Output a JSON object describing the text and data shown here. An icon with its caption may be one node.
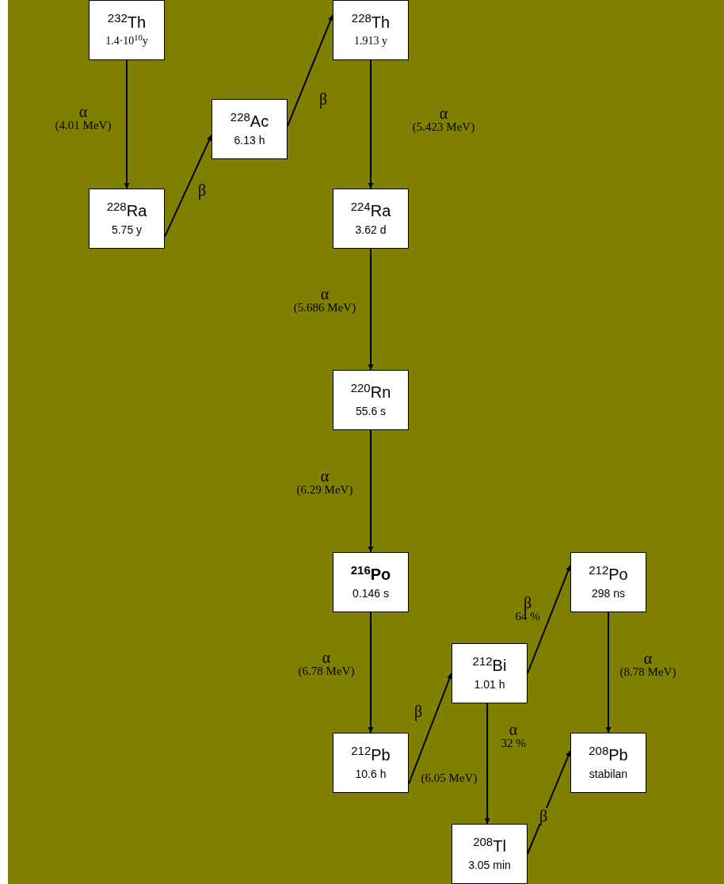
{
  "diagram": {
    "nodes": [
      {
        "text": [
          "$^{232}$Th",
          "1.4·10$^{10}$y"
        ]
      },
      {
        "text": [
          "$^{228}$Ra",
          "5.75 y"
        ]
      },
      {
        "text": [
          "$^{228}$Ac",
          "6.13 h"
        ]
      },
      {
        "text": [
          "$^{228}$Th",
          "1.913 y"
        ]
      },
      {
        "text": [
          "$^{224}$Ra",
          "3.62 d"
        ]
      },
      {
        "text": [
          "$^{220}$Rn",
          "55.6 s"
        ]
      },
      {
        "text": [
          "**$^{216}$Po**",
          "0.146 s"
        ]
      },
      {
        "text": [
          "$^{212}$Pb",
          "10.6 h"
        ]
      },
      {
        "text": [
          "$^{212}$Bi",
          "1.01 h"
        ]
      },
      {
        "text": [
          "$^{212}$Po",
          "298 ns"
        ]
      },
      {
        "text": [
          "$^{208}$Pb",
          "stabilan"
        ]
      },
      {
        "text": [
          "$^{208}$Tl",
          "3.05 min"
        ]
      }
    ],
    "edges": [
      {
        "from": 0,
        "to": 1,
        "arrow": "to",
        "label": "α (4.01 MeV)"
      },
      {
        "from": 1,
        "to": 2,
        "arrow": "to",
        "label": "β"
      },
      {
        "from": 2,
        "to": 3,
        "arrow": "to",
        "label": "β"
      },
      {
        "from": 3,
        "to": 4,
        "arrow": "to",
        "label": "α (5.423 MeV)"
      },
      {
        "from": 4,
        "to": 5,
        "arrow": "to",
        "label": "α (5.686 MeV)"
      },
      {
        "from": 5,
        "to": 6,
        "arrow": "to",
        "label": "α (6.29 MeV)"
      },
      {
        "from": 6,
        "to": 7,
        "arrow": "to",
        "label": "α (6.78 MeV)"
      },
      {
        "from": 7,
        "to": 8,
        "arrow": "to",
        "label": "β"
      },
      {
        "from": 8,
        "to": 9,
        "arrow": "to",
        "label": "β 64 %"
      },
      {
        "from": 8,
        "to": 11,
        "arrow": "to",
        "label": "α 32 %"
      },
      {
        "from": 11,
        "to": 10,
        "arrow": "to",
        "label": "β"
      },
      {
        "from": 9,
        "to": 10,
        "arrow": "to",
        "label": "α (8.78 MeV)"
      }
    ],
    "labels": [
      "(6.05 MeV)"
    ]
  }
}
